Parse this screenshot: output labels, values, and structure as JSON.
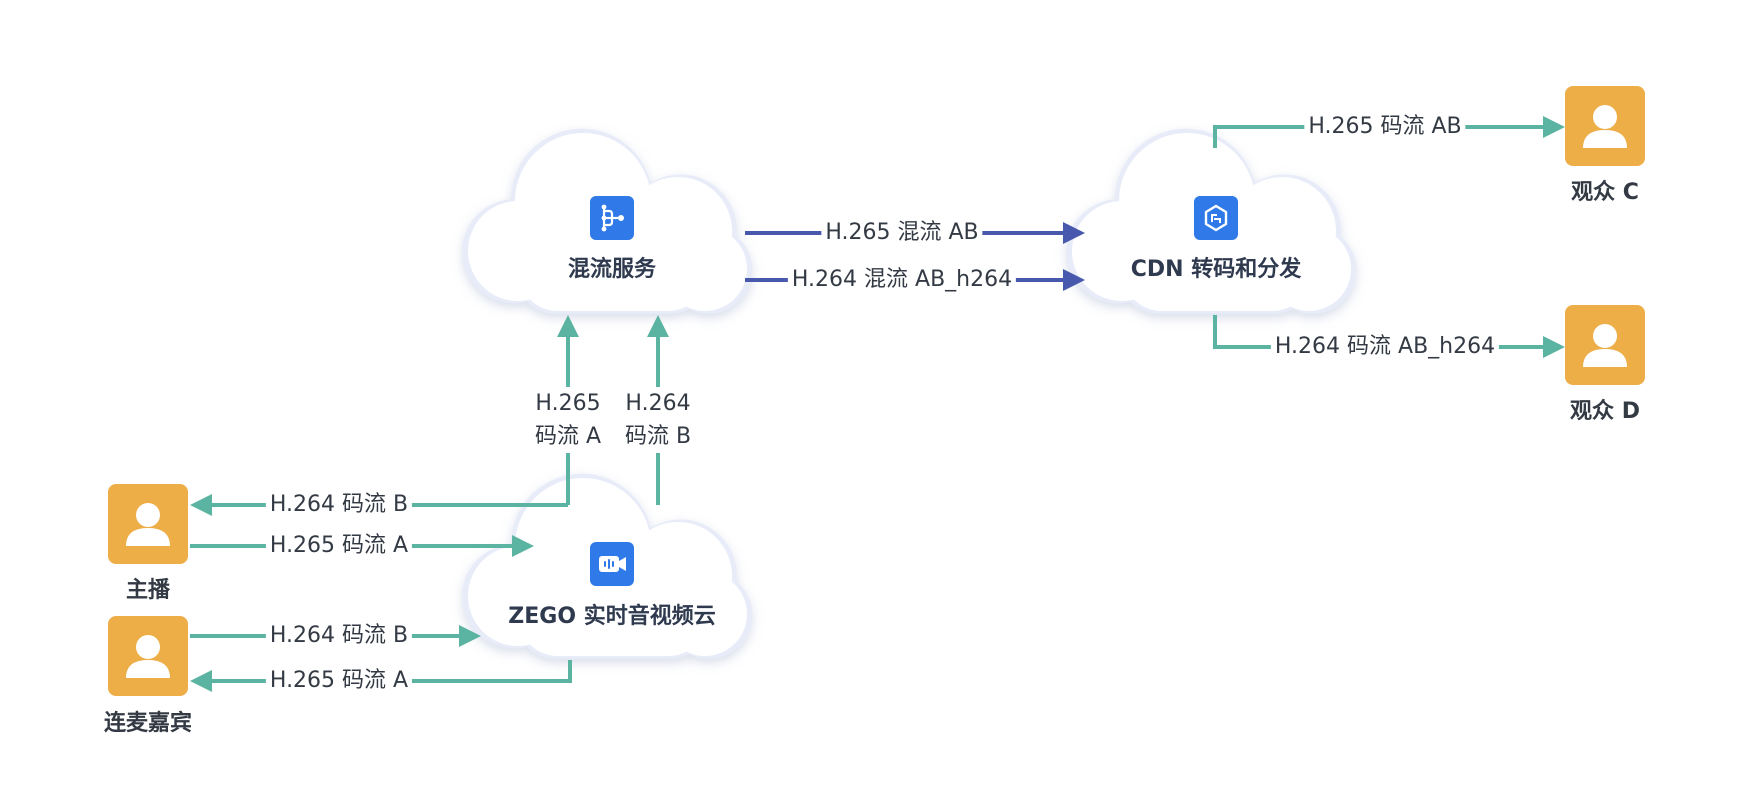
{
  "colors": {
    "teal": "#5bb3a1",
    "blue": "#4758ad",
    "user": "#edae48",
    "icon": "#2f79e8"
  },
  "nodes": {
    "mix": {
      "label": "混流服务",
      "icon": "mix-service-icon"
    },
    "cdn": {
      "label": "CDN 转码和分发",
      "icon": "cdn-icon"
    },
    "zego": {
      "label": "ZEGO 实时音视频云",
      "icon": "video-call-icon"
    }
  },
  "users": {
    "host": "主播",
    "guest": "连麦嘉宾",
    "viewer_c": "观众 C",
    "viewer_d": "观众 D"
  },
  "streams": {
    "mix_to_cdn_265": "H.265 混流 AB",
    "mix_to_cdn_264": "H.264 混流 AB_h264",
    "cdn_to_c": "H.265 码流 AB",
    "cdn_to_d": "H.264 码流 AB_h264",
    "zego_to_mix_a_line1": "H.265",
    "zego_to_mix_a_line2": "码流 A",
    "zego_to_mix_b_line1": "H.264",
    "zego_to_mix_b_line2": "码流 B",
    "zego_to_host": "H.264 码流 B",
    "host_to_zego": "H.265 码流 A",
    "guest_to_zego": "H.264 码流 B",
    "zego_to_guest": "H.265 码流 A"
  }
}
